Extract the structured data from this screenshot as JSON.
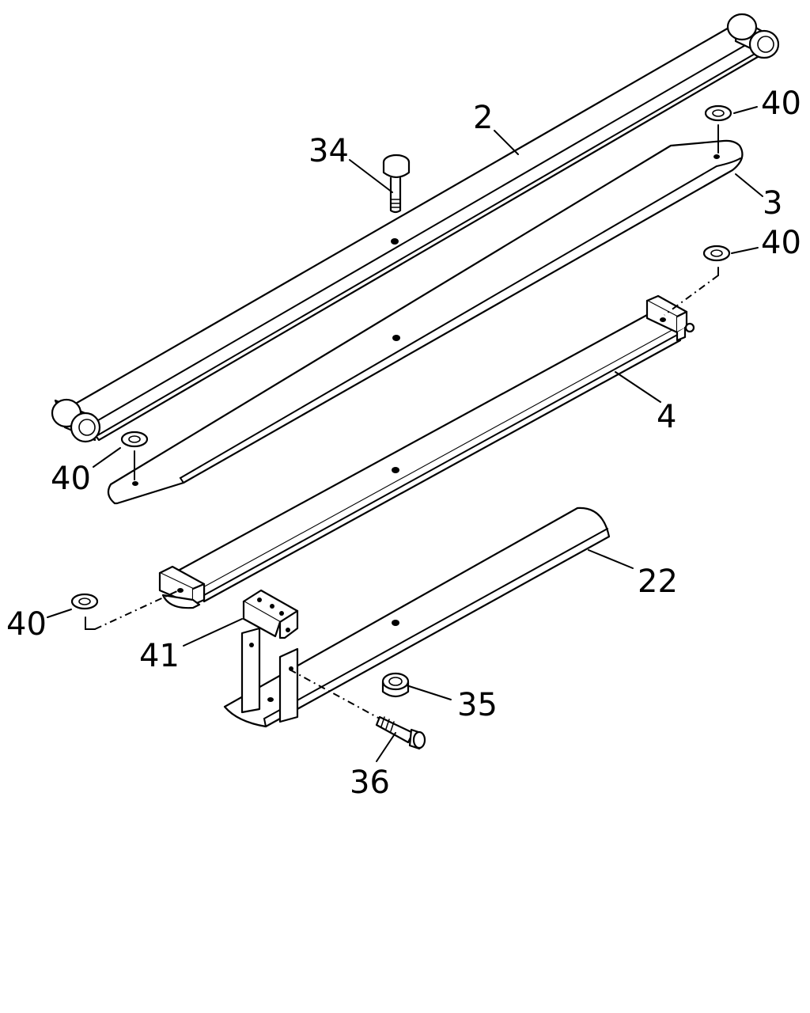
{
  "diagram": {
    "callouts": {
      "c2": "2",
      "c34": "34",
      "c40_top": "40",
      "c3": "3",
      "c40_mid": "40",
      "c4": "4",
      "c40_left": "40",
      "c40_bottom": "40",
      "c22": "22",
      "c41": "41",
      "c35": "35",
      "c36": "36"
    }
  }
}
